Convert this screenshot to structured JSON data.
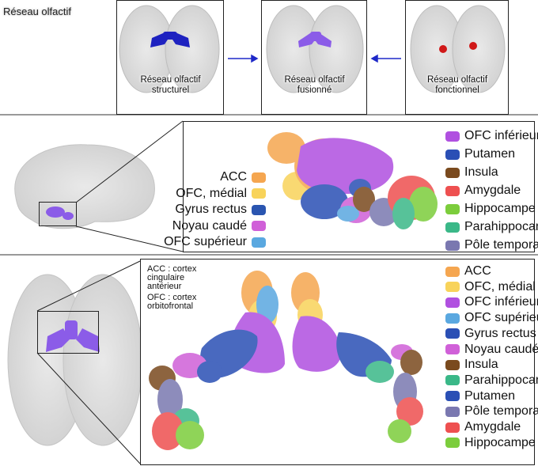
{
  "title": "Réseau olfactif",
  "top_panels": {
    "structural": {
      "line1": "Réseau olfactif",
      "line2": "structurel"
    },
    "fused": {
      "line1": "Réseau olfactif",
      "line2": "fusionné"
    },
    "functional": {
      "line1": "Réseau olfactif",
      "line2": "fonctionnel"
    }
  },
  "lateral_legend": {
    "left": [
      {
        "label": "ACC",
        "color": "#f5a650"
      },
      {
        "label": "OFC, médial",
        "color": "#f8d35a"
      },
      {
        "label": "Gyrus rectus",
        "color": "#2a55b0"
      },
      {
        "label": "Noyau caudé",
        "color": "#d060d8"
      },
      {
        "label": "OFC supérieur",
        "color": "#5aa8e0"
      }
    ],
    "right": [
      {
        "label": "OFC inférieur",
        "color": "#b050e0"
      },
      {
        "label": "Putamen",
        "color": "#2a4fb5"
      },
      {
        "label": "Insula",
        "color": "#7a4a1e"
      },
      {
        "label": "Amygdale",
        "color": "#ee5050"
      },
      {
        "label": "Hippocampe",
        "color": "#7ccd3c"
      },
      {
        "label": "Parahippocampe",
        "color": "#3ab888"
      },
      {
        "label": "Pôle temporal",
        "color": "#7a78b0"
      }
    ]
  },
  "notes": {
    "acc_lines": [
      "ACC : cortex",
      "cingulaire",
      "antérieur"
    ],
    "ofc_lines": [
      "OFC : cortex",
      "orbitofrontal"
    ]
  },
  "axial_legend": [
    {
      "label": "ACC",
      "color": "#f5a650"
    },
    {
      "label": "OFC, médial",
      "color": "#f8d35a"
    },
    {
      "label": "OFC inférieur",
      "color": "#b050e0"
    },
    {
      "label": "OFC supérieur",
      "color": "#5aa8e0"
    },
    {
      "label": "Gyrus rectus",
      "color": "#2a4fb5"
    },
    {
      "label": "Noyau caudé",
      "color": "#d060d8"
    },
    {
      "label": "Insula",
      "color": "#7a4a1e"
    },
    {
      "label": "Parahippocampe",
      "color": "#3ab888"
    },
    {
      "label": "Putamen",
      "color": "#2a4fb5"
    },
    {
      "label": "Pôle temporal",
      "color": "#7a78b0"
    },
    {
      "label": "Amygdale",
      "color": "#ee5050"
    },
    {
      "label": "Hippocampe",
      "color": "#7ccd3c"
    }
  ]
}
